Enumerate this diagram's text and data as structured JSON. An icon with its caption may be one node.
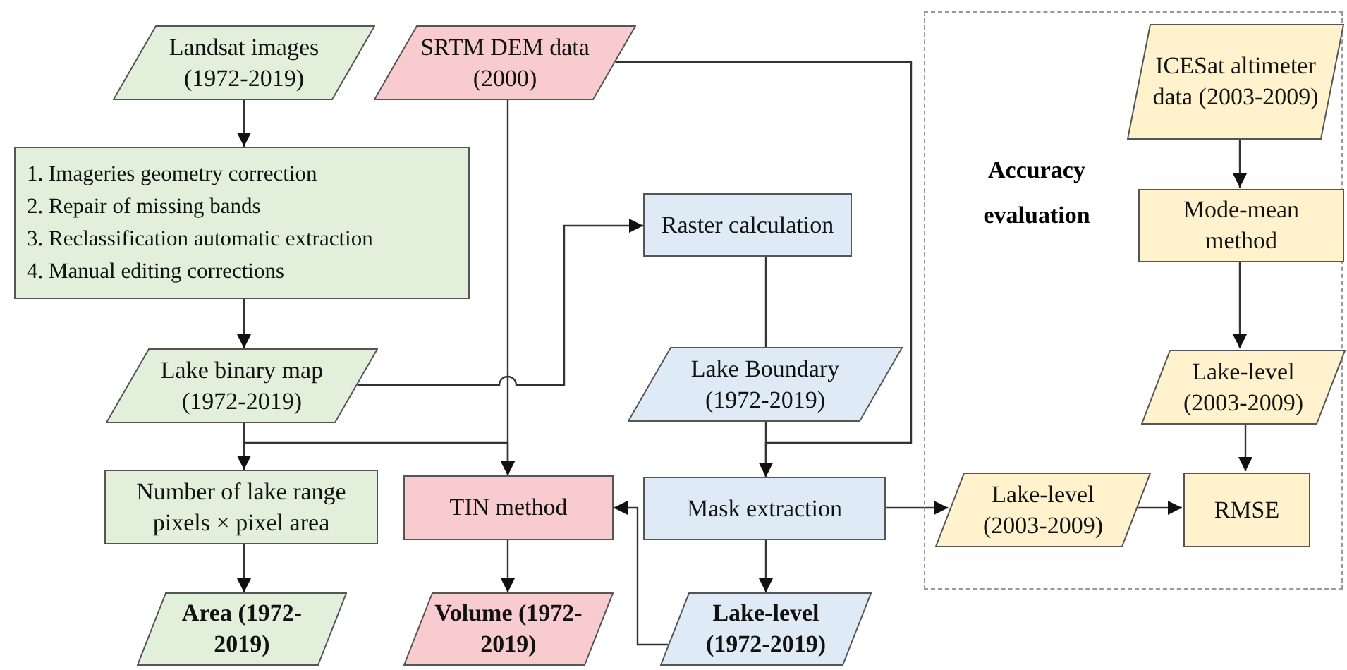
{
  "diagram": {
    "nodes": [
      {
        "text": [
          "Landsat images (1972-2019)"
        ]
      },
      {
        "text": [
          "SRTM DEM data (2000)"
        ]
      },
      {
        "text": [
          "1. Imageries geometry correction",
          "2. Repair of missing bands",
          "3. Reclassification automatic extraction",
          "4. Manual editing corrections"
        ]
      },
      {
        "text": [
          "Raster calculation"
        ]
      },
      {
        "text": [
          "Lake binary map (1972-2019)"
        ]
      },
      {
        "text": [
          "Lake Boundary (1972-2019)"
        ]
      },
      {
        "text": [
          "Number of lake range pixels × pixel area"
        ]
      },
      {
        "text": [
          "TIN method"
        ]
      },
      {
        "text": [
          "Mask extraction"
        ]
      },
      {
        "text": [
          "Area (1972-2019)"
        ]
      },
      {
        "text": [
          "Volume (1972-2019)"
        ]
      },
      {
        "text": [
          "Lake-level (1972-2019)"
        ]
      },
      {
        "text": [
          "Accuracy evaluation"
        ]
      },
      {
        "text": [
          "ICESat altimeter data (2003-2009)"
        ],
        "in": 12
      },
      {
        "text": [
          "Mode-mean method"
        ],
        "in": 12
      },
      {
        "text": [
          "Lake-level (2003-2009)"
        ],
        "in": 12
      },
      {
        "text": [
          "Lake-level (2003-2009)"
        ],
        "in": 12
      },
      {
        "text": [
          "RMSE"
        ],
        "in": 12
      }
    ],
    "edges": [
      {
        "from": 0,
        "to": 2,
        "arrow": "to"
      },
      {
        "from": 2,
        "to": 4,
        "arrow": "to"
      },
      {
        "from": 4,
        "to": 6,
        "arrow": "to"
      },
      {
        "from": 4,
        "to": 7,
        "arrow": "to"
      },
      {
        "from": 1,
        "to": 7,
        "arrow": "to"
      },
      {
        "from": 4,
        "to": 3,
        "arrow": "to"
      },
      {
        "from": 3,
        "to": 5,
        "arrow": "none"
      },
      {
        "from": 1,
        "to": 8,
        "arrow": "to"
      },
      {
        "from": 5,
        "to": 8,
        "arrow": "to"
      },
      {
        "from": 8,
        "to": 11,
        "arrow": "to"
      },
      {
        "from": 11,
        "to": 7,
        "arrow": "to"
      },
      {
        "from": 8,
        "to": 16,
        "arrow": "to"
      },
      {
        "from": 6,
        "to": 9,
        "arrow": "to"
      },
      {
        "from": 7,
        "to": 10,
        "arrow": "to"
      },
      {
        "from": 13,
        "to": 14,
        "arrow": "to"
      },
      {
        "from": 14,
        "to": 15,
        "arrow": "to"
      },
      {
        "from": 15,
        "to": 17,
        "arrow": "to"
      },
      {
        "from": 16,
        "to": 17,
        "arrow": "to"
      }
    ]
  }
}
